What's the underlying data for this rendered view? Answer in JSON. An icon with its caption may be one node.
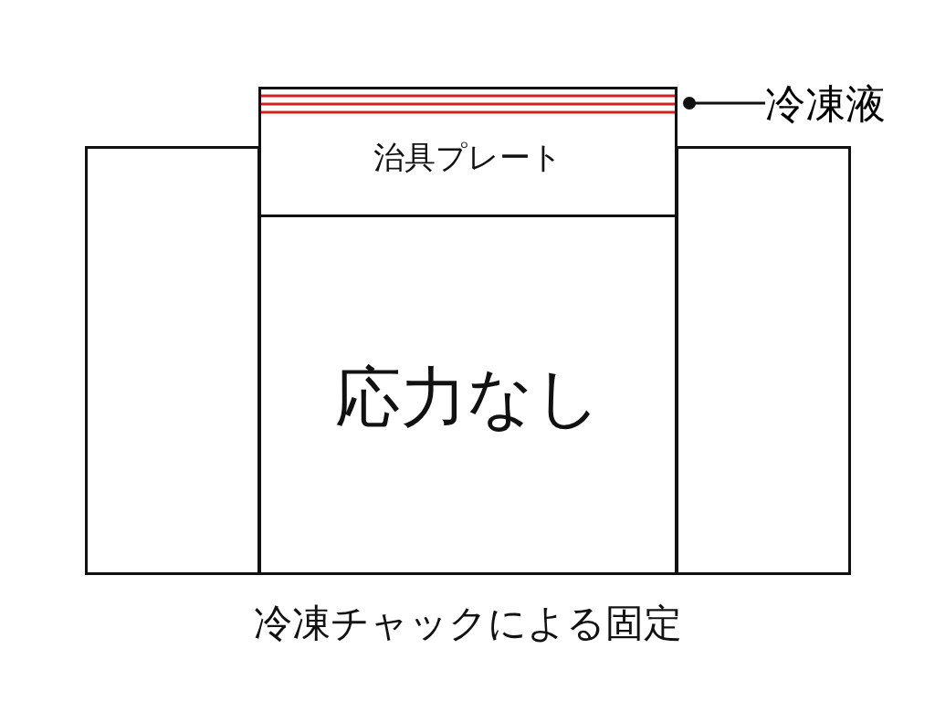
{
  "diagram": {
    "caption": "冷凍チャックによる固定",
    "nodes": [
      {
        "text": [],
        "shape": "box"
      },
      {
        "text": [
          "治具プレート"
        ]
      },
      {
        "text": [],
        "shape": "bar",
        "in": 1
      },
      {
        "text": [
          "応力なし"
        ]
      },
      {
        "text": [],
        "shape": "box"
      },
      {
        "text": [
          "冷凍液"
        ]
      }
    ],
    "edges": [
      {
        "from": 5,
        "to": 2,
        "arrow": "other"
      }
    ]
  }
}
